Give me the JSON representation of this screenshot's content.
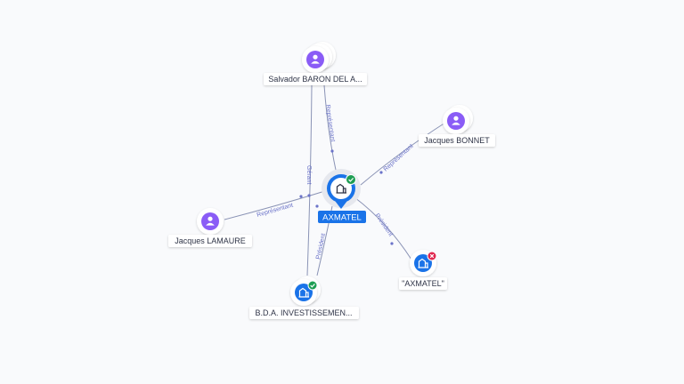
{
  "colors": {
    "person": "#8a5cf6",
    "company": "#1a73e8",
    "active": "#1e9e53",
    "closed": "#e0284f",
    "edge": "#8a93b5",
    "edge_label": "#6b73c9"
  },
  "center": {
    "label": "AXMATEL",
    "status": "active"
  },
  "nodes": {
    "salvador": {
      "label": "Salvador BARON DEL A...",
      "type": "person",
      "icon": "person-icon"
    },
    "bonnet": {
      "label": "Jacques BONNET",
      "type": "person",
      "icon": "person-icon"
    },
    "lamaure": {
      "label": "Jacques LAMAURE",
      "type": "person",
      "icon": "person-icon"
    },
    "bda": {
      "label": "B.D.A. INVESTISSEMEN...",
      "type": "company",
      "icon": "building-icon",
      "status": "active"
    },
    "axmatel2": {
      "label": "\"AXMATEL\"",
      "type": "company",
      "icon": "building-icon",
      "status": "closed"
    }
  },
  "edges": {
    "salvador_rep": "Représentant",
    "bonnet_rep": "Représentant",
    "lamaure_rep": "Représentant",
    "salvador_gerant": "Gérant",
    "bda_president": "Président",
    "axmatel2_president": "Président"
  }
}
